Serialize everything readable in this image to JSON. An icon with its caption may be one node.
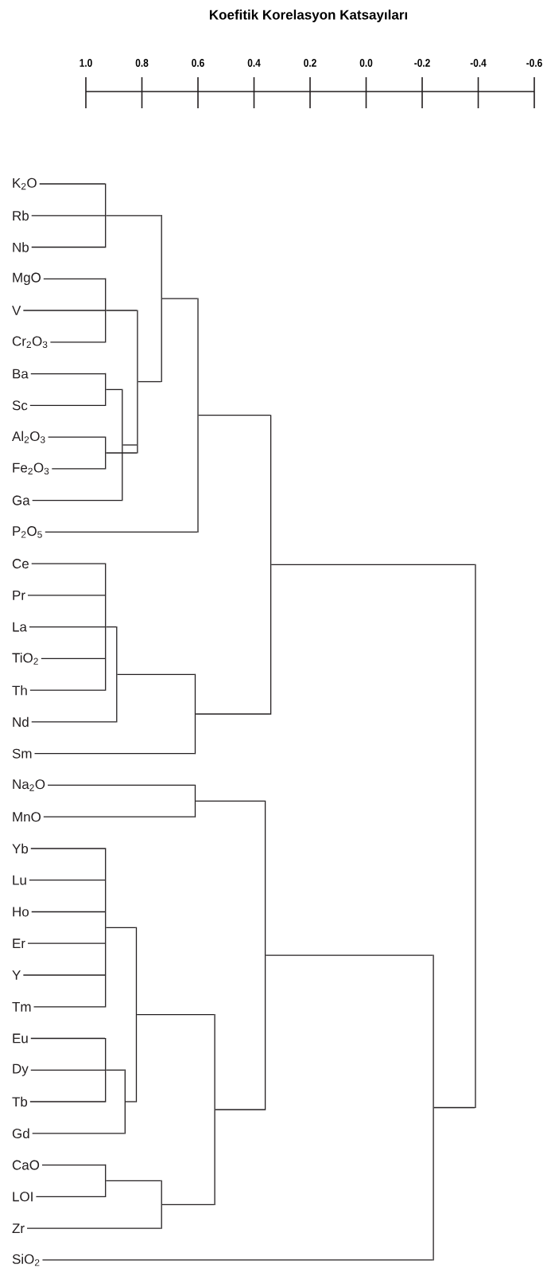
{
  "diagram": {
    "title": "Koefitik Korelasyon Katsayıları",
    "nodes": [
      {
        "text": [
          "K$_{2}$O"
        ]
      },
      {
        "text": [
          "Rb"
        ]
      },
      {
        "text": [
          "Nb"
        ]
      },
      {
        "text": [
          "MgO"
        ]
      },
      {
        "text": [
          "V"
        ]
      },
      {
        "text": [
          "Cr$_{2}$O$_{3}$"
        ]
      },
      {
        "text": [
          "Ba"
        ]
      },
      {
        "text": [
          "Sc"
        ]
      },
      {
        "text": [
          "Al$_{2}$O$_{3}$"
        ]
      },
      {
        "text": [
          "Fe$_{2}$O$_{3}$"
        ]
      },
      {
        "text": [
          "Ga"
        ]
      },
      {
        "text": [
          "P$_{2}$O$_{5}$"
        ]
      },
      {
        "text": [
          "Ce"
        ]
      },
      {
        "text": [
          "Pr"
        ]
      },
      {
        "text": [
          "La"
        ]
      },
      {
        "text": [
          "TiO$_{2}$"
        ]
      },
      {
        "text": [
          "Th"
        ]
      },
      {
        "text": [
          "Nd"
        ]
      },
      {
        "text": [
          "Sm"
        ]
      },
      {
        "text": [
          "Na$_{2}$O"
        ]
      },
      {
        "text": [
          "MnO"
        ]
      },
      {
        "text": [
          "Yb"
        ]
      },
      {
        "text": [
          "Lu"
        ]
      },
      {
        "text": [
          "Ho"
        ]
      },
      {
        "text": [
          "Er"
        ]
      },
      {
        "text": [
          "Y"
        ]
      },
      {
        "text": [
          "Tm"
        ]
      },
      {
        "text": [
          "Eu"
        ]
      },
      {
        "text": [
          "Dy"
        ]
      },
      {
        "text": [
          "Tb"
        ]
      },
      {
        "text": [
          "Gd"
        ]
      },
      {
        "text": [
          "CaO"
        ]
      },
      {
        "text": [
          "LOI"
        ]
      },
      {
        "text": [
          "Zr"
        ]
      },
      {
        "text": [
          "SiO$_{2}$"
        ]
      },
      {
        "text": [],
        "shape": "bar"
      },
      {
        "text": [],
        "shape": "bar"
      },
      {
        "text": [],
        "shape": "bar"
      },
      {
        "text": [],
        "shape": "bar"
      },
      {
        "text": [],
        "shape": "bar"
      },
      {
        "text": [],
        "shape": "bar"
      },
      {
        "text": [],
        "shape": "bar"
      },
      {
        "text": [],
        "shape": "bar"
      },
      {
        "text": [],
        "shape": "bar"
      },
      {
        "text": [],
        "shape": "bar"
      },
      {
        "text": [],
        "shape": "bar"
      },
      {
        "text": [],
        "shape": "bar"
      },
      {
        "text": [],
        "shape": "bar"
      },
      {
        "text": [],
        "shape": "bar"
      },
      {
        "text": [],
        "shape": "bar"
      },
      {
        "text": [],
        "shape": "bar"
      },
      {
        "text": [],
        "shape": "bar"
      },
      {
        "text": [],
        "shape": "bar"
      },
      {
        "text": [],
        "shape": "bar"
      },
      {
        "text": [],
        "shape": "bar"
      },
      {
        "text": [],
        "shape": "bar"
      },
      {
        "text": [],
        "shape": "bar"
      },
      {
        "text": [],
        "shape": "bar"
      }
    ],
    "edges": [
      {
        "from": 0,
        "to": 35,
        "arrow": "none"
      },
      {
        "from": 1,
        "to": 35,
        "arrow": "none"
      },
      {
        "from": 2,
        "to": 35,
        "arrow": "none"
      },
      {
        "from": 3,
        "to": 36,
        "arrow": "none"
      },
      {
        "from": 4,
        "to": 36,
        "arrow": "none"
      },
      {
        "from": 5,
        "to": 36,
        "arrow": "none"
      },
      {
        "from": 6,
        "to": 37,
        "arrow": "none"
      },
      {
        "from": 7,
        "to": 37,
        "arrow": "none"
      },
      {
        "from": 8,
        "to": 38,
        "arrow": "none"
      },
      {
        "from": 9,
        "to": 38,
        "arrow": "none"
      },
      {
        "from": 37,
        "to": 39,
        "arrow": "none"
      },
      {
        "from": 10,
        "to": 39,
        "arrow": "none"
      },
      {
        "from": 36,
        "to": 40,
        "arrow": "none"
      },
      {
        "from": 38,
        "to": 40,
        "arrow": "none"
      },
      {
        "from": 39,
        "to": 40,
        "arrow": "none"
      },
      {
        "from": 35,
        "to": 41,
        "arrow": "none"
      },
      {
        "from": 40,
        "to": 41,
        "arrow": "none"
      },
      {
        "from": 41,
        "to": 42,
        "arrow": "none"
      },
      {
        "from": 11,
        "to": 42,
        "arrow": "none"
      },
      {
        "from": 12,
        "to": 43,
        "arrow": "none"
      },
      {
        "from": 13,
        "to": 43,
        "arrow": "none"
      },
      {
        "from": 14,
        "to": 43,
        "arrow": "none"
      },
      {
        "from": 15,
        "to": 43,
        "arrow": "none"
      },
      {
        "from": 16,
        "to": 43,
        "arrow": "none"
      },
      {
        "from": 43,
        "to": 44,
        "arrow": "none"
      },
      {
        "from": 17,
        "to": 44,
        "arrow": "none"
      },
      {
        "from": 44,
        "to": 45,
        "arrow": "none"
      },
      {
        "from": 18,
        "to": 45,
        "arrow": "none"
      },
      {
        "from": 42,
        "to": 46,
        "arrow": "none"
      },
      {
        "from": 45,
        "to": 46,
        "arrow": "none"
      },
      {
        "from": 19,
        "to": 47,
        "arrow": "none"
      },
      {
        "from": 20,
        "to": 47,
        "arrow": "none"
      },
      {
        "from": 21,
        "to": 48,
        "arrow": "none"
      },
      {
        "from": 22,
        "to": 48,
        "arrow": "none"
      },
      {
        "from": 23,
        "to": 48,
        "arrow": "none"
      },
      {
        "from": 24,
        "to": 48,
        "arrow": "none"
      },
      {
        "from": 25,
        "to": 48,
        "arrow": "none"
      },
      {
        "from": 26,
        "to": 48,
        "arrow": "none"
      },
      {
        "from": 27,
        "to": 49,
        "arrow": "none"
      },
      {
        "from": 28,
        "to": 49,
        "arrow": "none"
      },
      {
        "from": 29,
        "to": 49,
        "arrow": "none"
      },
      {
        "from": 49,
        "to": 50,
        "arrow": "none"
      },
      {
        "from": 30,
        "to": 50,
        "arrow": "none"
      },
      {
        "from": 48,
        "to": 51,
        "arrow": "none"
      },
      {
        "from": 50,
        "to": 51,
        "arrow": "none"
      },
      {
        "from": 31,
        "to": 52,
        "arrow": "none"
      },
      {
        "from": 32,
        "to": 52,
        "arrow": "none"
      },
      {
        "from": 52,
        "to": 53,
        "arrow": "none"
      },
      {
        "from": 33,
        "to": 53,
        "arrow": "none"
      },
      {
        "from": 51,
        "to": 54,
        "arrow": "none"
      },
      {
        "from": 53,
        "to": 54,
        "arrow": "none"
      },
      {
        "from": 47,
        "to": 55,
        "arrow": "none"
      },
      {
        "from": 54,
        "to": 55,
        "arrow": "none"
      },
      {
        "from": 55,
        "to": 56,
        "arrow": "none"
      },
      {
        "from": 34,
        "to": 56,
        "arrow": "none"
      },
      {
        "from": 46,
        "to": 57,
        "arrow": "none"
      },
      {
        "from": 56,
        "to": 57,
        "arrow": "none"
      }
    ],
    "labels": [
      "1.0",
      "0.8",
      "0.6",
      "0.4",
      "0.2",
      "0.0",
      "-0.2",
      "-0.4",
      "-0.6"
    ]
  }
}
